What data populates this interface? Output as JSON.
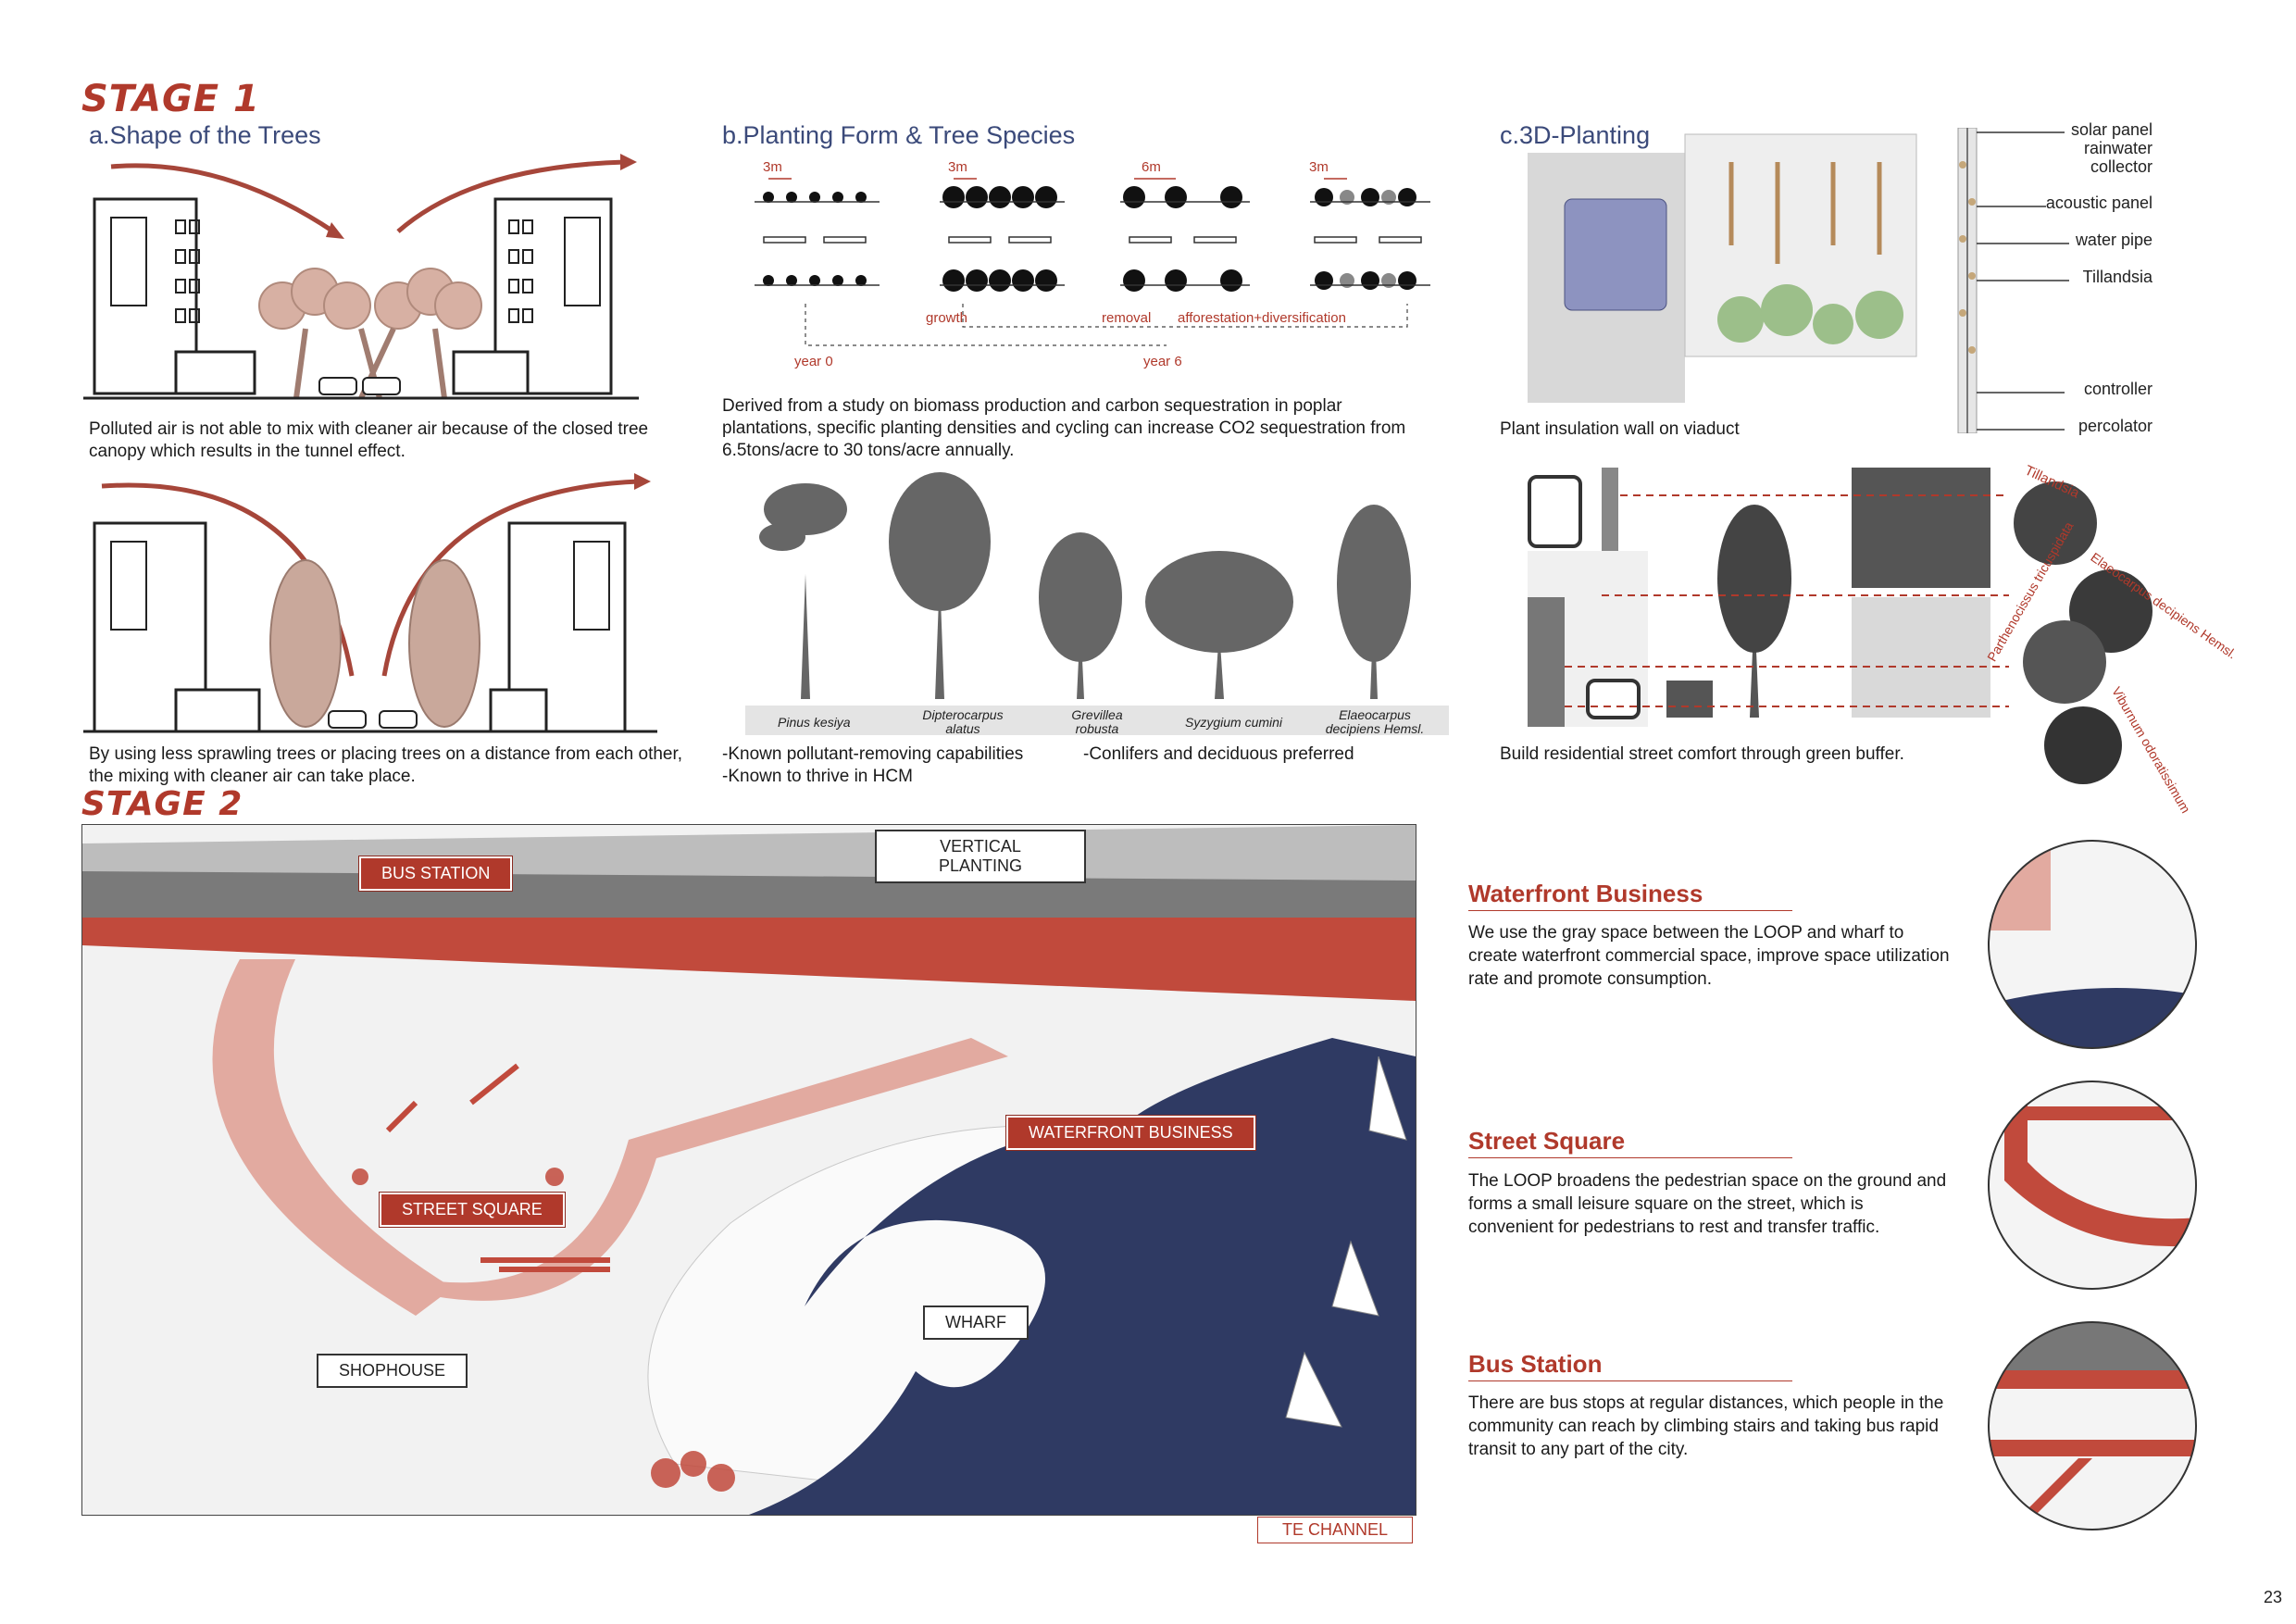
{
  "stage1": {
    "title": "STAGE 1"
  },
  "stage2": {
    "title": "STAGE 2"
  },
  "section_a": {
    "title": "a.Shape of the Trees",
    "caption1": "Polluted air is not able to mix with cleaner air because of the closed tree canopy which results in the tunnel effect.",
    "caption2": "By using less sprawling trees or placing trees on a distance from each other, the mixing with cleaner air can take place."
  },
  "section_b": {
    "title": "b.Planting Form & Tree Species",
    "spacings": [
      "3m",
      "3m",
      "6m",
      "3m"
    ],
    "stage_labels": {
      "growth": "growth",
      "removal": "removal",
      "afforest": "afforestation+diversification",
      "year0": "year 0",
      "year6": "year 6"
    },
    "caption": "Derived from a study on biomass production and carbon sequestration in poplar plantations, specific planting densities and cycling can increase CO2 sequestration from 6.5tons/acre to 30 tons/acre annually.",
    "species": [
      "Pinus kesiya",
      "Dipterocarpus alatus",
      "Grevillea robusta",
      "Syzygium cumini",
      "Elaeocarpus decipiens Hemsl."
    ],
    "notes": [
      "-Known pollutant-removing capabilities",
      "-Known to thrive in HCM",
      "-Conlifers and deciduous preferred"
    ]
  },
  "section_c": {
    "title": "c.3D-Planting",
    "wall_caption": "Plant insulation wall on viaduct",
    "components": [
      "solar panel",
      "rainwater collector",
      "acoustic panel",
      "water pipe",
      "Tillandsia",
      "controller",
      "percolator"
    ],
    "plants": [
      "Tillandsia",
      "Elaeocarpus decipiens Hemsl.",
      "Parthenocissus tricuspidata",
      "Viburnum odoratissimum"
    ],
    "street_caption": "Build residential street comfort through green buffer."
  },
  "stage2_map": {
    "labels": {
      "bus_station": "BUS STATION",
      "vertical_planting": "VERTICAL PLANTING",
      "street_square": "STREET SQUARE",
      "waterfront_business": "WATERFRONT BUSINESS",
      "wharf": "WHARF",
      "shophouse": "SHOPHOUSE",
      "te_channel": "TE CHANNEL"
    }
  },
  "side": {
    "waterfront": {
      "title": "Waterfront Business",
      "text": "We use the gray space between the LOOP and wharf to create waterfront commercial space, improve space utilization rate and promote consumption."
    },
    "square": {
      "title": "Street Square",
      "text": "The LOOP broadens the pedestrian space on the ground and forms a small leisure square on the street, which is convenient for pedestrians to rest and transfer traffic."
    },
    "bus": {
      "title": "Bus Station",
      "text": "There are bus stops at regular distances, which people in the community can reach by climbing stairs and taking bus rapid transit to any part of the city."
    }
  },
  "page_number": "23",
  "colors": {
    "accent": "#b0392b",
    "navy": "#2f3a63",
    "pink": "#e6b3a8",
    "gray": "#666666"
  }
}
